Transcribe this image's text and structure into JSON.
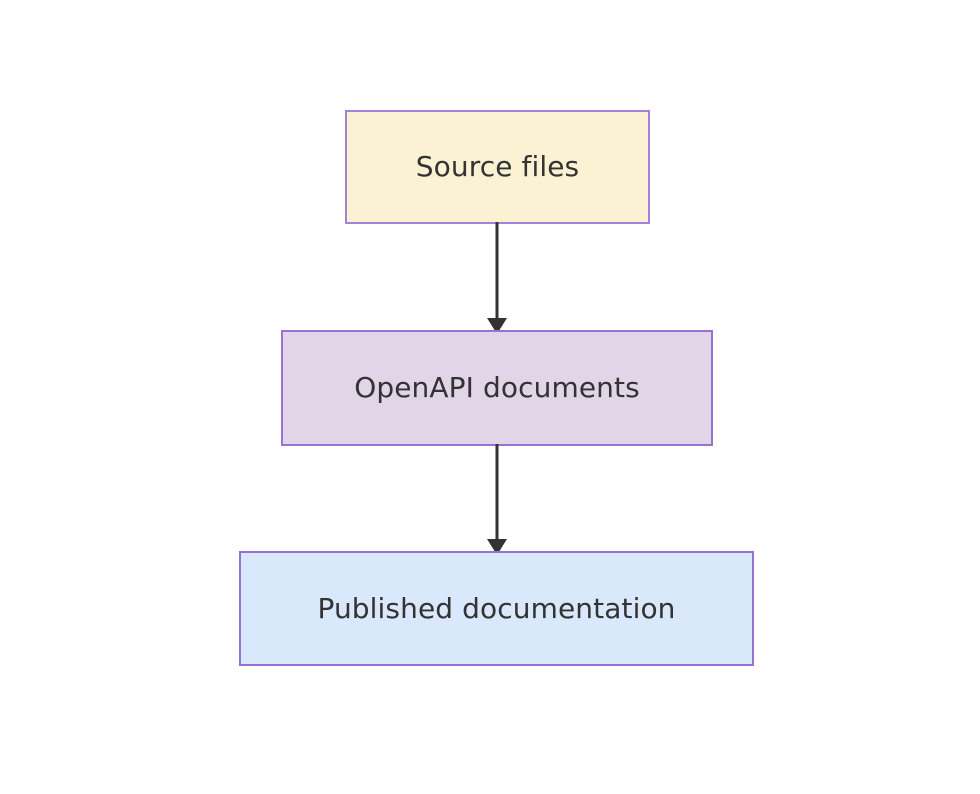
{
  "diagram": {
    "type": "flowchart",
    "direction": "top-to-bottom",
    "background_color": "#ffffff",
    "nodes": [
      {
        "id": "source-files",
        "label": "Source files",
        "shape": "rectangle",
        "fill_color": "#faf2d3",
        "border_color": "#a382d8",
        "text_color": "#333333"
      },
      {
        "id": "openapi-documents",
        "label": "OpenAPI documents",
        "shape": "rectangle",
        "fill_color": "#e1d5e7",
        "border_color": "#9673d3",
        "text_color": "#333333"
      },
      {
        "id": "published-documentation",
        "label": "Published documentation",
        "shape": "rectangle",
        "fill_color": "#dae8fc",
        "border_color": "#9673d3",
        "text_color": "#333333"
      }
    ],
    "edges": [
      {
        "id": "source-to-openapi",
        "from": "source-files",
        "to": "openapi-documents",
        "label": "",
        "arrow": "filled-triangle",
        "line_color": "#333333"
      },
      {
        "id": "openapi-to-published",
        "from": "openapi-documents",
        "to": "published-documentation",
        "label": "",
        "arrow": "filled-triangle",
        "line_color": "#333333"
      }
    ]
  }
}
